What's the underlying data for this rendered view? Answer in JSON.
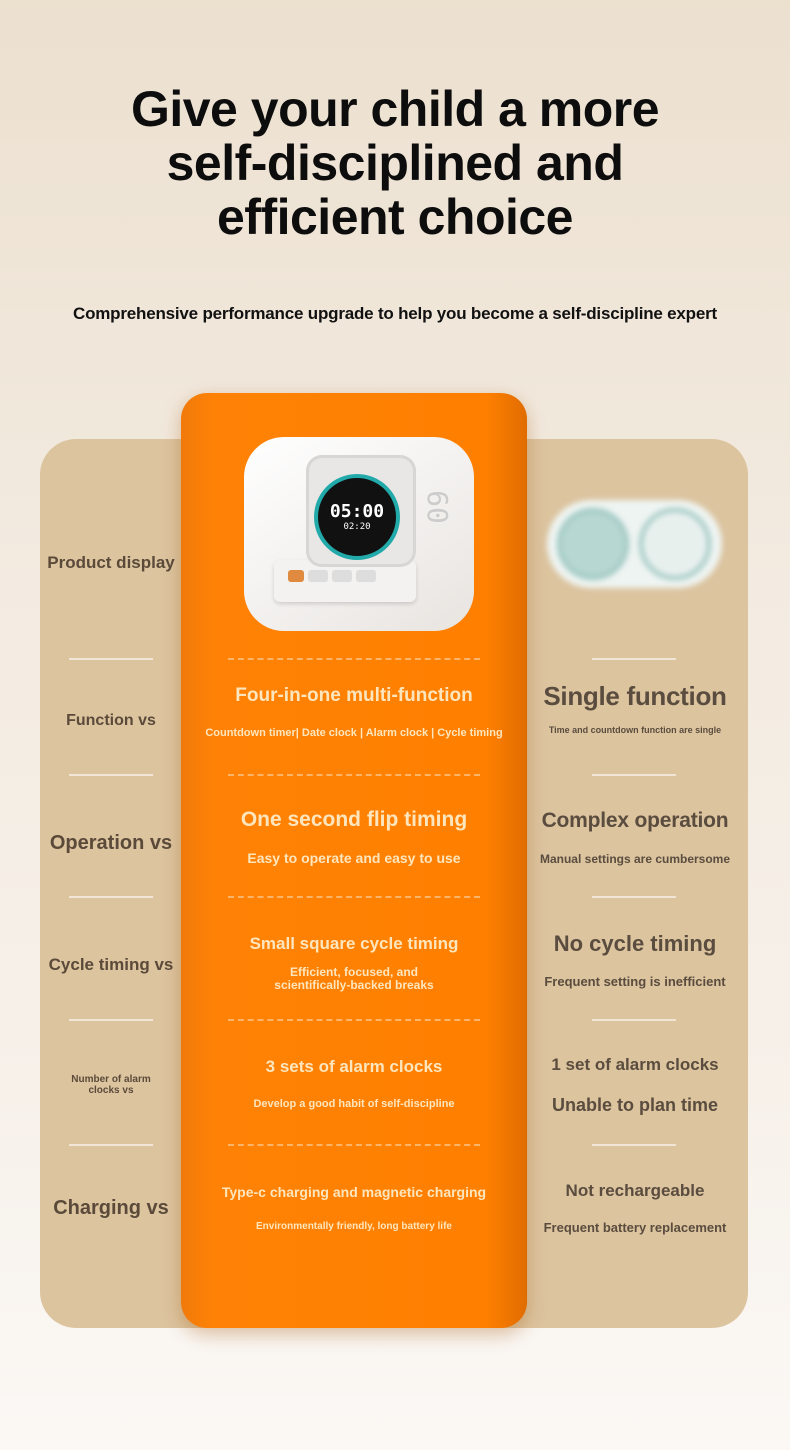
{
  "headline": {
    "line1": "Give your child a more",
    "line2": "self-disciplined and",
    "line3": "efficient choice"
  },
  "subtitle": "Comprehensive performance upgrade to help you become a self-discipline expert",
  "product_image": {
    "clock_time": "05:00",
    "clock_sub": "02:20",
    "side_digits": "60"
  },
  "rows": [
    {
      "label": "Product display"
    },
    {
      "label": "Function vs",
      "ours_title": "Four-in-one multi-function",
      "ours_desc": "Countdown timer| Date clock | Alarm clock | Cycle timing",
      "other_title": "Single function",
      "other_desc": "Time and countdown function are single"
    },
    {
      "label": "Operation vs",
      "ours_title": "One second flip timing",
      "ours_desc": "Easy to operate and easy to use",
      "other_title": "Complex operation",
      "other_desc": "Manual settings are cumbersome"
    },
    {
      "label": "Cycle timing vs",
      "ours_title": "Small square cycle timing",
      "ours_desc": "Efficient, focused, and scientifically-backed breaks",
      "other_title": "No cycle timing",
      "other_desc": "Frequent setting is inefficient"
    },
    {
      "label": "Number of alarm clocks vs",
      "ours_title": "3 sets of alarm clocks",
      "ours_desc": "Develop a good habit of self-discipline",
      "other_title": "1 set of alarm clocks",
      "other_desc": "Unable to plan time"
    },
    {
      "label": "Charging vs",
      "ours_title": "Type-c charging and magnetic charging",
      "ours_desc": "Environmentally friendly, long battery life",
      "other_title": "Not rechargeable",
      "other_desc": "Frequent battery replacement"
    }
  ],
  "colors": {
    "orange": "#ff8000",
    "beige": "#dcc49f",
    "text_dark": "#5b4a3a",
    "text_cream": "#fde6bd"
  }
}
